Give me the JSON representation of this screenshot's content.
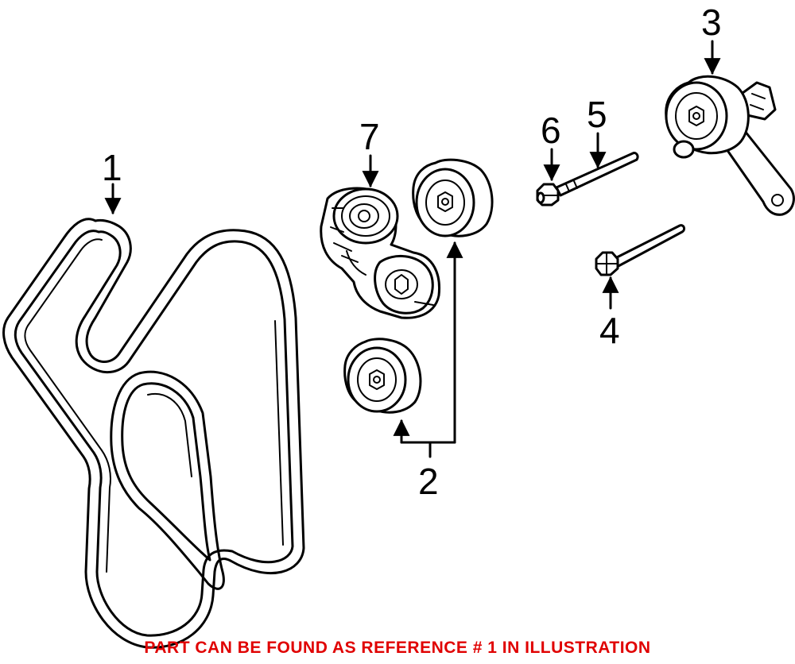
{
  "callouts": {
    "c1": "1",
    "c2": "2",
    "c3": "3",
    "c4": "4",
    "c5": "5",
    "c6": "6",
    "c7": "7"
  },
  "caption": "PART CAN BE FOUND AS REFERENCE # 1 IN ILLUSTRATION",
  "colors": {
    "caption": "#e00000",
    "line": "#000000",
    "background": "#ffffff"
  }
}
